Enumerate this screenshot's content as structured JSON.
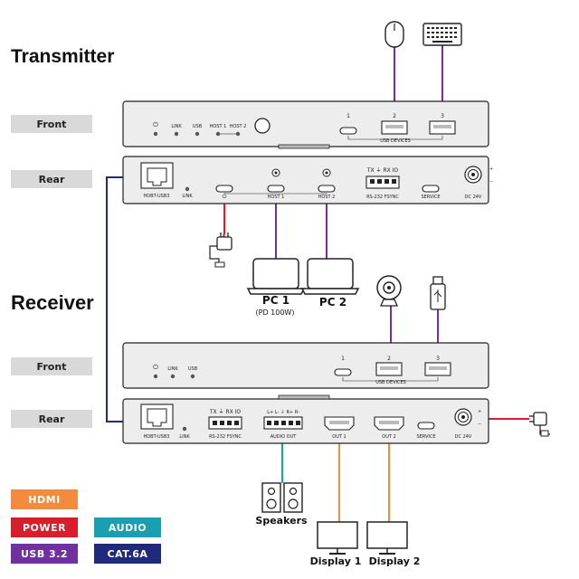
{
  "titles": {
    "transmitter": "Transmitter",
    "receiver": "Receiver"
  },
  "tags": {
    "tx_front": "Front",
    "tx_rear": "Rear",
    "rx_front": "Front",
    "rx_rear": "Rear"
  },
  "tx_front": {
    "led_power": "⏻",
    "led_link": "LINK",
    "led_usb": "USB",
    "led_host1": "HOST 1",
    "led_host2": "HOST 2",
    "port1": "1",
    "port2": "2",
    "port3": "3",
    "usb_devices": "USB DEVICES"
  },
  "tx_rear": {
    "hdbt": "HDBT-USB3",
    "link": "LINK",
    "host1": "HOST 1",
    "host2": "HOST 2",
    "serial_top": "TX ⏚ RX IO",
    "serial_bottom": "RS-232  FSYNC",
    "service": "SERVICE",
    "dc": "DC 24V"
  },
  "rx_front": {
    "led_power": "⏻",
    "led_link": "LINK",
    "led_usb": "USB",
    "port1": "1",
    "port2": "2",
    "port3": "3",
    "usb_devices": "USB DEVICES"
  },
  "rx_rear": {
    "hdbt": "HDBT-USB3",
    "link": "LINK",
    "serial_top": "TX ⏚ RX IO",
    "serial_bottom": "RS-232  FSYNC",
    "audio_top": "L+ L-  ⏚  R+ R-",
    "audio_bottom": "AUDIO  OUT",
    "out1": "OUT 1",
    "out2": "OUT 2",
    "service": "SERVICE",
    "dc": "DC 24V"
  },
  "devices": {
    "pc1": "PC 1",
    "pc1_note": "(PD 100W)",
    "pc2": "PC 2",
    "speakers": "Speakers",
    "display1": "Display 1",
    "display2": "Display 2"
  },
  "legend": {
    "hdmi": "HDMI",
    "power": "POWER",
    "audio": "AUDIO",
    "usb": "USB 3.2",
    "cat6a": "CAT.6A"
  },
  "colors": {
    "hdmi": "#f28c3c",
    "power": "#d81e2a",
    "audio": "#1a9fb0",
    "usb": "#7030a0",
    "cat6a": "#1f2a7a"
  }
}
